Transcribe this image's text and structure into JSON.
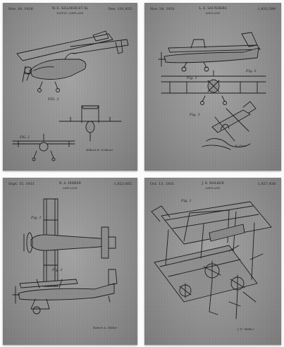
{
  "prints": [
    {
      "date": "Nov. 16, 1926",
      "inventor": "W. E. GILLMOR ET AL",
      "title": "PATENT AIRPLANE",
      "number": "Des. 101,825",
      "figure_labels": [
        "FIG. 2"
      ],
      "signature": "Hilbert E. Grillmor"
    },
    {
      "date": "Nov. 24, 1931",
      "inventor": "L. E. SAUNDERS",
      "title": "AIRPLANE",
      "number": "1,833,590",
      "figure_labels": [
        "Fig. 1",
        "Fig. 2",
        "Fig. 3"
      ],
      "signature": "W. Zeine"
    },
    {
      "date": "Sept. 15, 1931",
      "inventor": "R. A. DIBBER",
      "title": "AIRPLANE",
      "number": "1,823,602",
      "figure_labels": [
        "Fig. 1",
        "Fig. 2"
      ],
      "signature": "Robert A. Dibber"
    },
    {
      "date": "Oct. 13, 1931",
      "inventor": "J. D. WALKER",
      "title": "AIRPLANE",
      "number": "1,827,438",
      "figure_labels": [
        "Fig. 1"
      ],
      "signature": "J. D. Walker"
    }
  ]
}
